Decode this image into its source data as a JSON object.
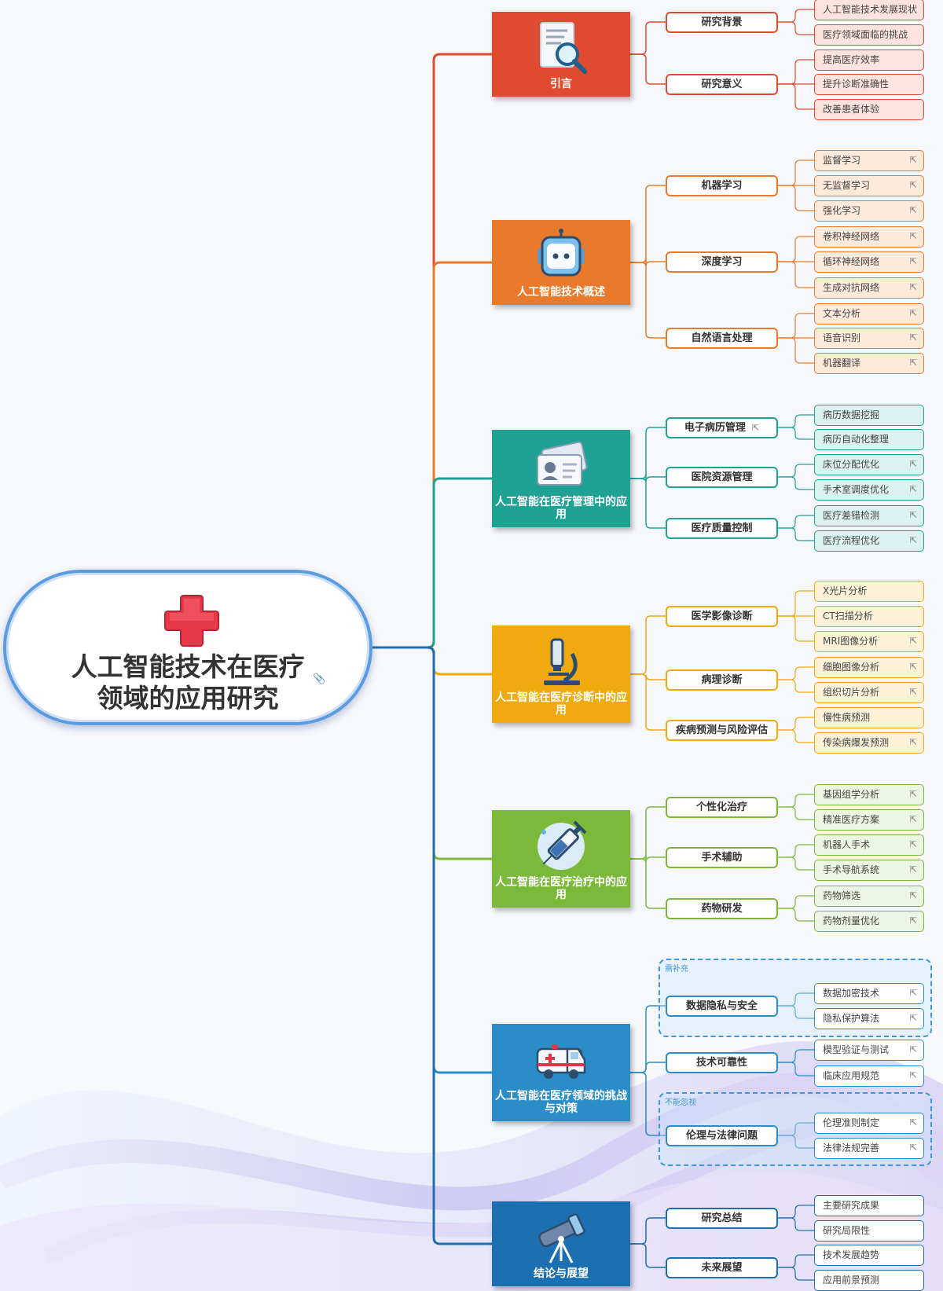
{
  "root": {
    "title_line1": "人工智能技术在医疗",
    "title_line2": "领域的应用研究",
    "icon": "red-cross-icon",
    "attachment_icon": "paperclip-icon"
  },
  "link_glyph": "⇱",
  "branches": [
    {
      "key": "intro",
      "title": "引言",
      "color": "#e04a2f",
      "light": "#fde3df",
      "icon": "magnifier-document-icon",
      "children": [
        {
          "title": "研究背景",
          "leaves": [
            {
              "text": "人工智能技术发展现状"
            },
            {
              "text": "医疗领域面临的挑战"
            }
          ]
        },
        {
          "title": "研究意义",
          "leaves": [
            {
              "text": "提高医疗效率"
            },
            {
              "text": "提升诊断准确性"
            },
            {
              "text": "改善患者体验"
            }
          ]
        }
      ]
    },
    {
      "key": "overview",
      "title": "人工智能技术概述",
      "color": "#e97a2b",
      "light": "#fdeadb",
      "icon": "robot-icon",
      "children": [
        {
          "title": "机器学习",
          "leaves": [
            {
              "text": "监督学习",
              "link": true
            },
            {
              "text": "无监督学习",
              "link": true
            },
            {
              "text": "强化学习",
              "link": true
            }
          ]
        },
        {
          "title": "深度学习",
          "leaves": [
            {
              "text": "卷积神经网络",
              "link": true
            },
            {
              "text": "循环神经网络",
              "link": true
            },
            {
              "text": "生成对抗网络",
              "link": true
            }
          ]
        },
        {
          "title": "自然语言处理",
          "leaves": [
            {
              "text": "文本分析",
              "link": true
            },
            {
              "text": "语音识别",
              "link": true
            },
            {
              "text": "机器翻译",
              "link": true
            }
          ]
        }
      ]
    },
    {
      "key": "management",
      "title": "人工智能在医疗管理中的应用",
      "color": "#1fa294",
      "light": "#dbf3f0",
      "icon": "id-card-icon",
      "children": [
        {
          "title": "电子病历管理",
          "link": true,
          "leaves": [
            {
              "text": "病历数据挖掘"
            },
            {
              "text": "病历自动化整理"
            }
          ]
        },
        {
          "title": "医院资源管理",
          "leaves": [
            {
              "text": "床位分配优化",
              "link": true
            },
            {
              "text": "手术室调度优化",
              "link": true
            }
          ]
        },
        {
          "title": "医疗质量控制",
          "leaves": [
            {
              "text": "医疗差错检测",
              "link": true
            },
            {
              "text": "医疗流程优化",
              "link": true
            }
          ]
        }
      ]
    },
    {
      "key": "diagnosis",
      "title": "人工智能在医疗诊断中的应用",
      "color": "#f0a90e",
      "light": "#fdf1d8",
      "icon": "microscope-icon",
      "children": [
        {
          "title": "医学影像诊断",
          "leaves": [
            {
              "text": "X光片分析"
            },
            {
              "text": "CT扫描分析"
            },
            {
              "text": "MRI图像分析",
              "link": true
            }
          ]
        },
        {
          "title": "病理诊断",
          "leaves": [
            {
              "text": "细胞图像分析",
              "link": true
            },
            {
              "text": "组织切片分析",
              "link": true
            }
          ]
        },
        {
          "title": "疾病预测与风险评估",
          "leaves": [
            {
              "text": "慢性病预测"
            },
            {
              "text": "传染病爆发预测",
              "link": true
            }
          ]
        }
      ]
    },
    {
      "key": "treatment",
      "title": "人工智能在医疗治疗中的应用",
      "color": "#7cb93a",
      "light": "#edf6e2",
      "icon": "syringe-icon",
      "children": [
        {
          "title": "个性化治疗",
          "leaves": [
            {
              "text": "基因组学分析",
              "link": true
            },
            {
              "text": "精准医疗方案",
              "link": true
            }
          ]
        },
        {
          "title": "手术辅助",
          "leaves": [
            {
              "text": "机器人手术",
              "link": true
            },
            {
              "text": "手术导航系统",
              "link": true
            }
          ]
        },
        {
          "title": "药物研发",
          "leaves": [
            {
              "text": "药物筛选",
              "link": true
            },
            {
              "text": "药物剂量优化",
              "link": true
            }
          ]
        }
      ]
    },
    {
      "key": "challenges",
      "title": "人工智能在医疗领域的挑战与对策",
      "color": "#2a8dc8",
      "light": "#ffffff",
      "icon": "ambulance-icon",
      "children": [
        {
          "title": "数据隐私与安全",
          "tag": "需补充",
          "leaves": [
            {
              "text": "数据加密技术",
              "link": true
            },
            {
              "text": "隐私保护算法",
              "link": true
            }
          ]
        },
        {
          "title": "技术可靠性",
          "leaves": [
            {
              "text": "模型验证与测试",
              "link": true
            },
            {
              "text": "临床应用规范",
              "link": true
            }
          ]
        },
        {
          "title": "伦理与法律问题",
          "tag": "不能忽视",
          "leaves": [
            {
              "text": "伦理准则制定",
              "link": true
            },
            {
              "text": "法律法规完善",
              "link": true
            }
          ]
        }
      ]
    },
    {
      "key": "conclusion",
      "title": "结论与展望",
      "color": "#1c6fb0",
      "light": "#ffffff",
      "icon": "telescope-icon",
      "children": [
        {
          "title": "研究总结",
          "leaves": [
            {
              "text": "主要研究成果"
            },
            {
              "text": "研究局限性"
            }
          ]
        },
        {
          "title": "未来展望",
          "leaves": [
            {
              "text": "技术发展趋势"
            },
            {
              "text": "应用前景预测"
            }
          ]
        }
      ]
    }
  ]
}
